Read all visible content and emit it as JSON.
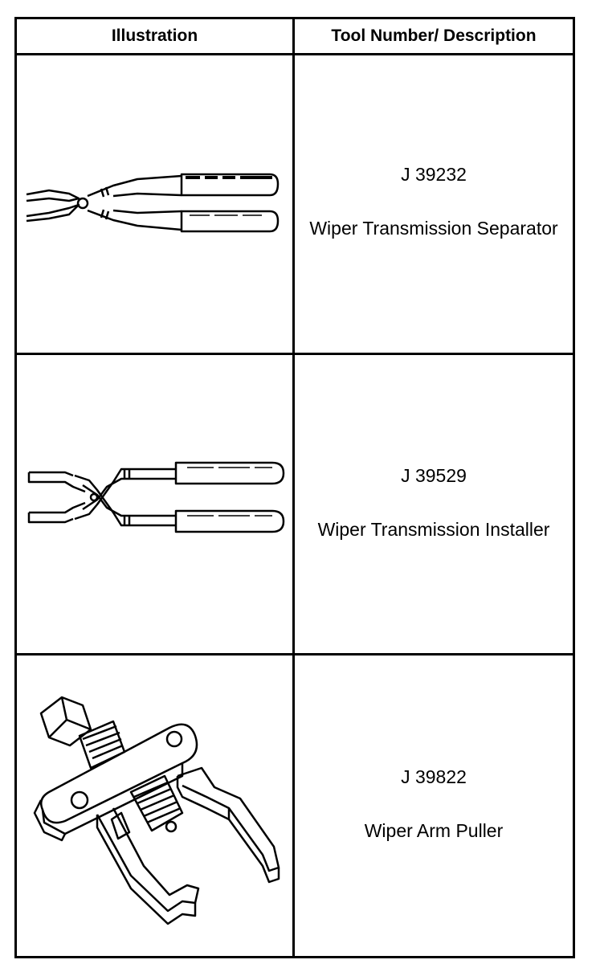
{
  "table": {
    "headers": {
      "illustration": "Illustration",
      "tool": "Tool Number/ Description"
    },
    "rows": [
      {
        "tool_number": "J 39232",
        "description": "Wiper Transmission Separator",
        "illustration_icon": "separator-pliers-icon"
      },
      {
        "tool_number": "J 39529",
        "description": "Wiper Transmission Installer",
        "illustration_icon": "installer-pliers-icon"
      },
      {
        "tool_number": "J 39822",
        "description": "Wiper Arm Puller",
        "illustration_icon": "arm-puller-icon"
      }
    ]
  }
}
